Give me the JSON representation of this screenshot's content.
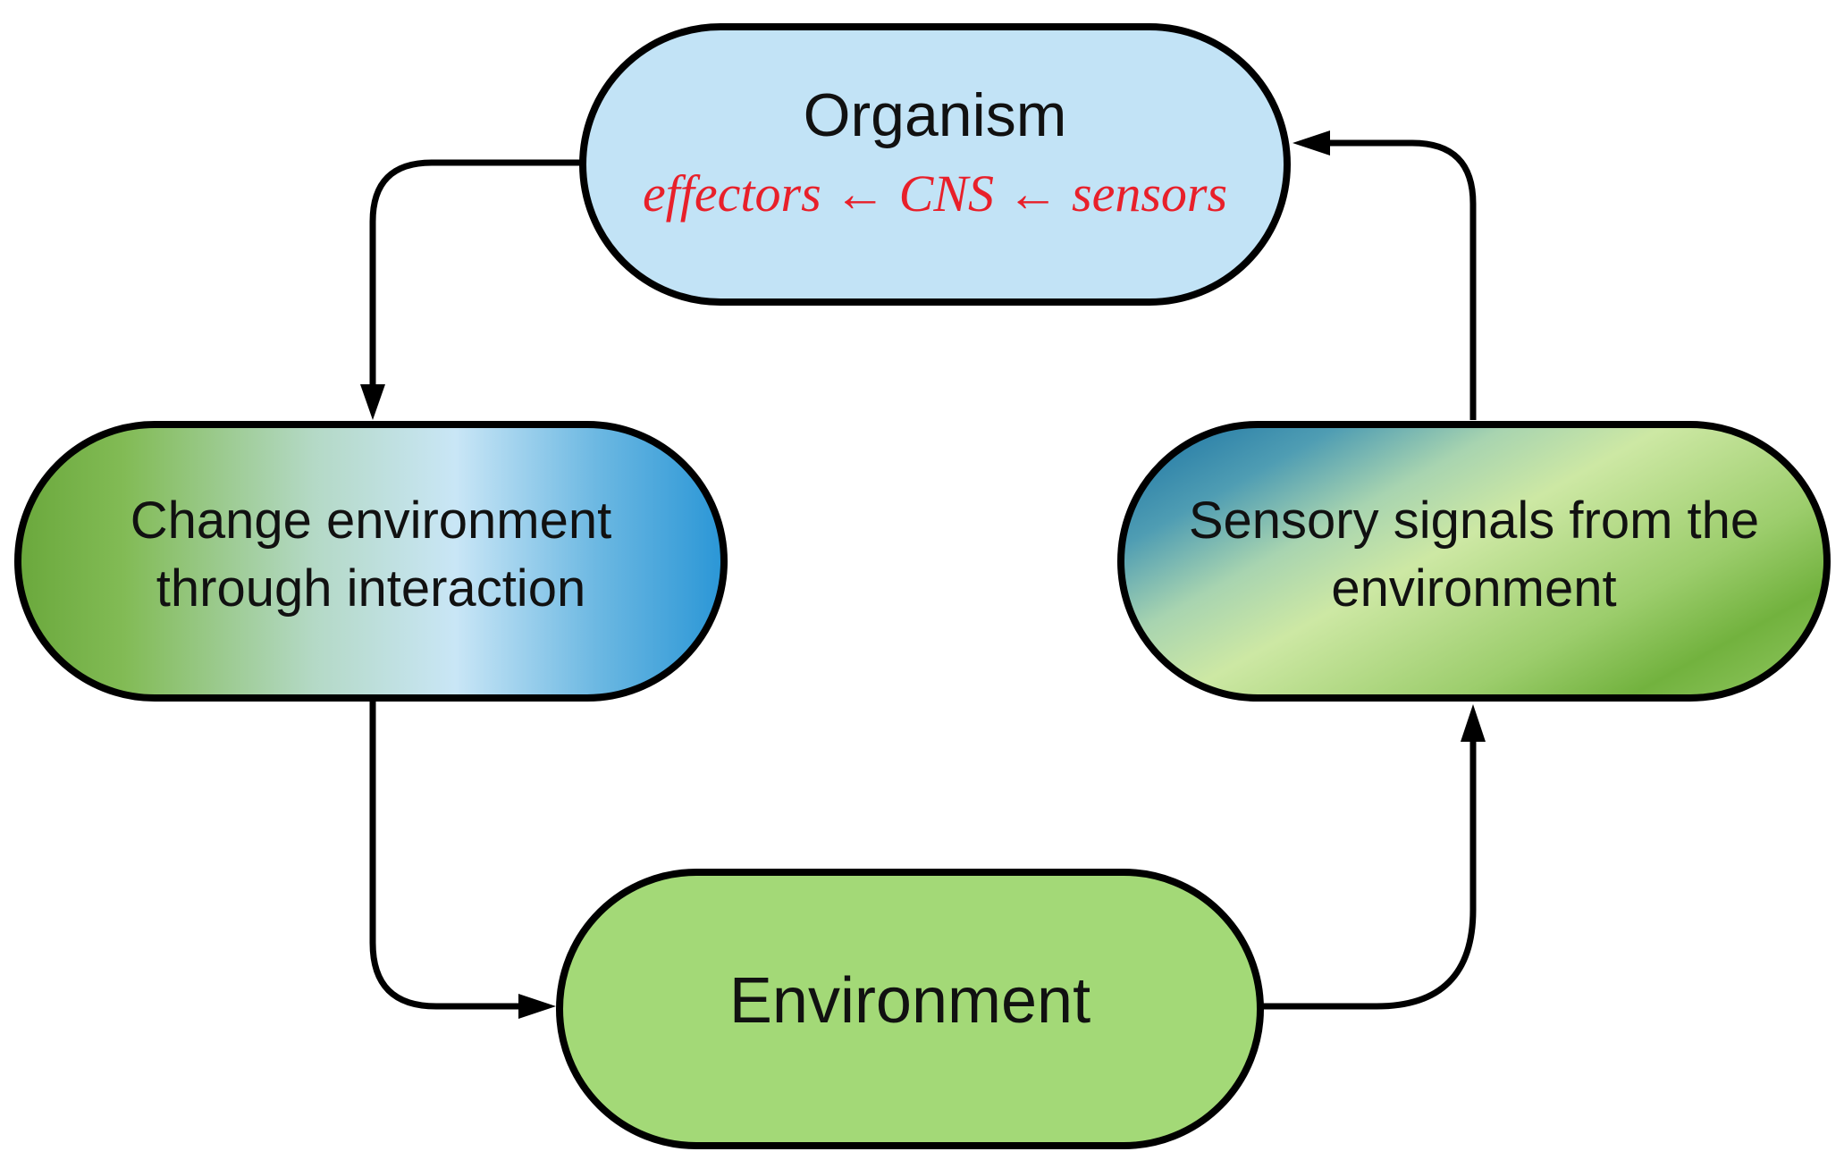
{
  "diagram": {
    "nodes": {
      "organism": {
        "title": "Organism",
        "subtitle": "effectors ← CNS ← sensors",
        "fill": "#c2e3f6",
        "subtitle_color": "#e8202a"
      },
      "change_environment": {
        "line1": "Change environment",
        "line2": "through interaction",
        "gradient": [
          "#7ab648",
          "#c6e4f4",
          "#2f9bd9"
        ]
      },
      "sensory_signals": {
        "line1": "Sensory signals from the",
        "line2": "environment",
        "gradient": [
          "#2c8fb8",
          "#c8e6a0",
          "#6eb23e"
        ]
      },
      "environment": {
        "title": "Environment",
        "fill": "#a3d977"
      }
    },
    "edges": [
      {
        "from": "organism",
        "to": "change_environment"
      },
      {
        "from": "change_environment",
        "to": "environment"
      },
      {
        "from": "environment",
        "to": "sensory_signals"
      },
      {
        "from": "sensory_signals",
        "to": "organism"
      }
    ],
    "stroke_color": "#000000"
  }
}
